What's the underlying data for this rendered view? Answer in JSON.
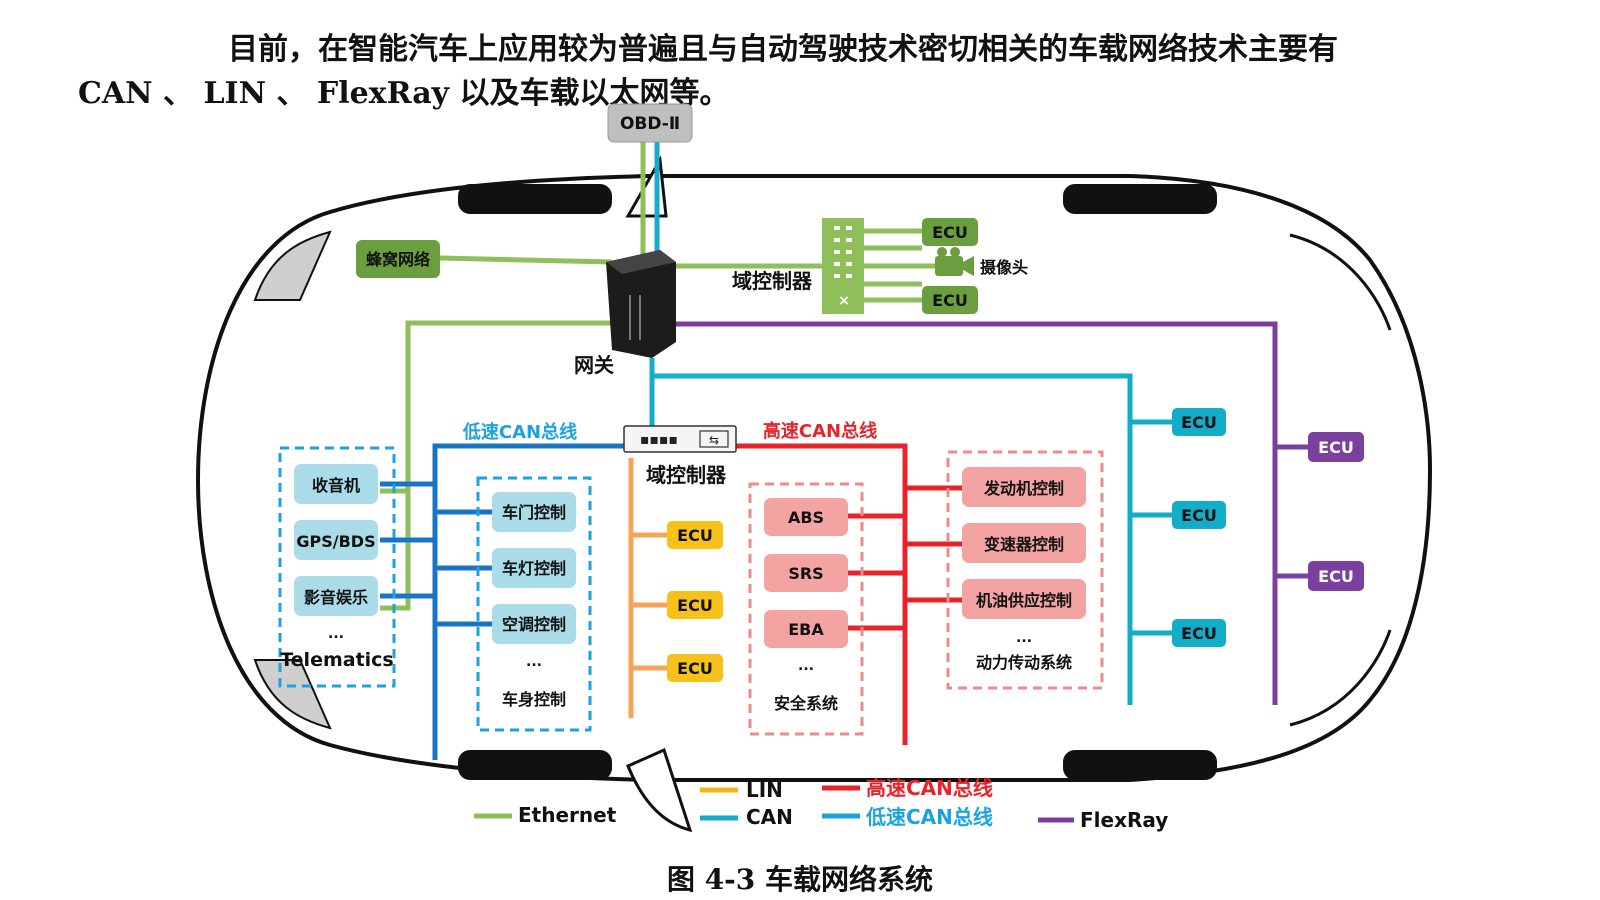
{
  "intro": {
    "line1": "目前，在智能汽车上应用较为普遍且与自动驾驶技术密切相关的车载网络技术主要有",
    "line2": "CAN 、 LIN 、 FlexRay 以及车载以太网等。"
  },
  "nodes": {
    "obd": "OBD-Ⅱ",
    "cellular": "蜂窝网络",
    "gateway": "网关",
    "domain_top": "域控制器",
    "domain_mid": "域控制器",
    "ecu_top_1": "ECU",
    "camera": "摄像头",
    "ecu_top_2": "ECU",
    "low_can_label": "低速CAN总线",
    "high_can_label": "高速CAN总线"
  },
  "telematics": {
    "items": [
      "收音机",
      "GPS/BDS",
      "影音娱乐"
    ],
    "ellipsis": "...",
    "title": "Telematics"
  },
  "body_control": {
    "items": [
      "车门控制",
      "车灯控制",
      "空调控制"
    ],
    "ellipsis": "...",
    "title": "车身控制"
  },
  "lin_ecus": [
    "ECU",
    "ECU",
    "ECU"
  ],
  "safety": {
    "items": [
      "ABS",
      "SRS",
      "EBA"
    ],
    "ellipsis": "...",
    "title": "安全系统"
  },
  "powertrain": {
    "items": [
      "发动机控制",
      "变速器控制",
      "机油供应控制"
    ],
    "ellipsis": "...",
    "title": "动力传动系统"
  },
  "can_ecus": [
    "ECU",
    "ECU",
    "ECU"
  ],
  "flexray_ecus": [
    "ECU",
    "ECU"
  ],
  "legend": {
    "ethernet": "Ethernet",
    "lin": "LIN",
    "can": "CAN",
    "high_can": "高速CAN总线",
    "low_can": "低速CAN总线",
    "flexray": "FlexRay"
  },
  "colors": {
    "ethernet": "#8fbf5a",
    "lin": "#f6b21a",
    "can": "#12adc8",
    "low_can": "#1a74c4",
    "high_can": "#e8232a",
    "flexray": "#7b3fa0",
    "lin_bus": "#f5a45a",
    "green_box": "#6a9e3f",
    "blue_box": "#a9dbe8",
    "pink_box": "#f4a3a3",
    "ecu_yellow": "#f6c21a",
    "ecu_teal": "#12adc8",
    "ecu_purple": "#7b3fa0"
  },
  "caption": "图 4-3    车载网络系统"
}
